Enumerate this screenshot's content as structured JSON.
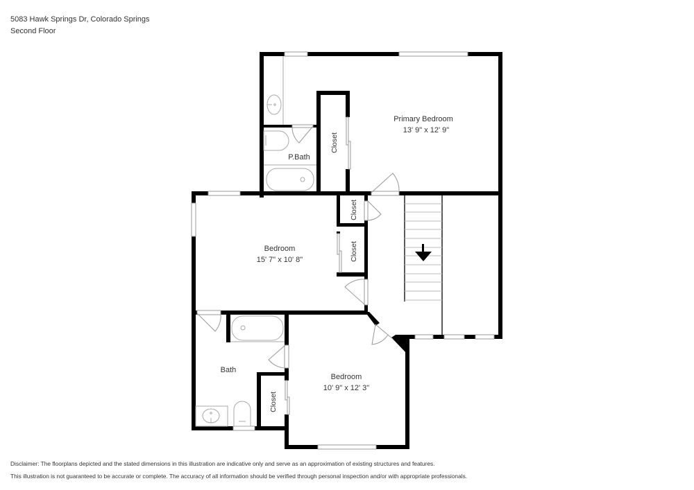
{
  "header": {
    "address": "5083 Hawk Springs Dr, Colorado Springs",
    "floor": "Second Floor"
  },
  "rooms": {
    "primary_bedroom": {
      "name": "Primary Bedroom",
      "dims": "13' 9\" x 12' 9\""
    },
    "pbath": {
      "name": "P.Bath"
    },
    "primary_closet": {
      "name": "Closet"
    },
    "bedroom_west": {
      "name": "Bedroom",
      "dims": "15' 7\" x 10' 8\""
    },
    "closet_small_1": {
      "name": "Closet"
    },
    "closet_small_2": {
      "name": "Closet"
    },
    "bath": {
      "name": "Bath"
    },
    "bath_closet": {
      "name": "Closet"
    },
    "bedroom_south": {
      "name": "Bedroom",
      "dims": "10' 9\" x 12' 3\""
    }
  },
  "stairs": {
    "direction": "down",
    "icon": "arrow-down-icon"
  },
  "disclaimer": {
    "line1": "Disclaimer: The floorplans depicted and the stated dimensions in this illustration are indicative only and serve as an approximation of existing structures and features.",
    "line2": "This illustration is not guaranteed to be accurate or complete. The accuracy of all information should be verified through personal inspection and/or with appropriate professionals."
  },
  "colors": {
    "wall": "#000000",
    "fixture": "#a0a0a0",
    "text": "#333333",
    "background": "#ffffff"
  }
}
